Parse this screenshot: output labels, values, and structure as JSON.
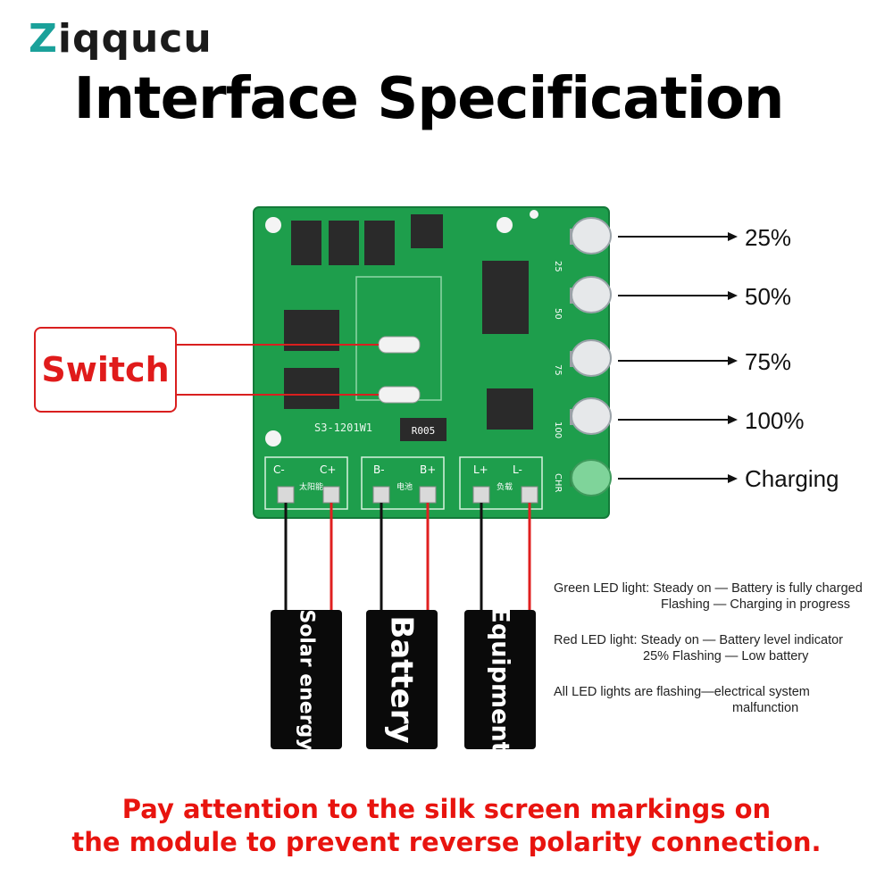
{
  "brand": {
    "initial": "Z",
    "rest": "iqqucu"
  },
  "title": "Interface Specification",
  "levels": [
    "25%",
    "50%",
    "75%",
    "100%",
    "Charging"
  ],
  "switch_label": "Switch",
  "board": {
    "model": "S3-1201W1",
    "resistor": "R005",
    "terminals": [
      {
        "neg": "C-",
        "pos": "C+",
        "cn": "太阳能"
      },
      {
        "neg": "B-",
        "pos": "B+",
        "cn": "电池"
      },
      {
        "neg": "L+",
        "pos": "L-",
        "cn": "负载"
      }
    ],
    "led_marks": [
      "25",
      "50",
      "75",
      "100",
      "CHR"
    ]
  },
  "tags": [
    "Solar energy",
    "Battery",
    "Equipment"
  ],
  "notes": {
    "green_line1": "Green LED light: Steady on — Battery is fully charged",
    "green_line2": "Flashing — Charging in progress",
    "red_line1": "Red LED light: Steady on — Battery level indicator",
    "red_line2": "25% Flashing — Low battery",
    "all_line1": "All LED lights are flashing—electrical system",
    "all_line2": "malfunction"
  },
  "warning": {
    "line1": "Pay attention to the silk screen markings on",
    "line2": "the module to prevent reverse polarity connection."
  },
  "colors": {
    "accent_red": "#e8140f",
    "pcb_green": "#1e9e4c",
    "brand_teal": "#1aa19a"
  }
}
